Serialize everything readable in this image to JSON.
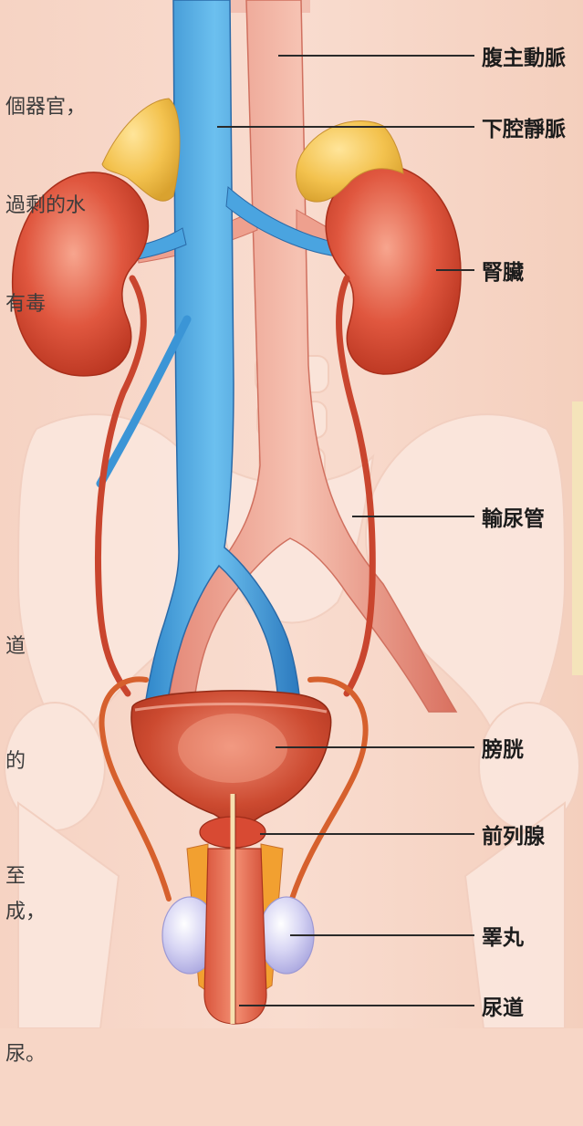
{
  "side_text": {
    "block1": [
      "個器官，",
      "過剩的水",
      "有毒"
    ],
    "block2": [
      "道",
      "的",
      "至"
    ],
    "block3": [
      "成，",
      "尿。"
    ]
  },
  "labels": {
    "aorta": "腹主動脈",
    "vena_cava": "下腔靜脈",
    "kidney": "腎臟",
    "ureter": "輸尿管",
    "bladder": "膀胱",
    "prostate": "前列腺",
    "testis": "睪丸",
    "urethra": "尿道"
  }
}
